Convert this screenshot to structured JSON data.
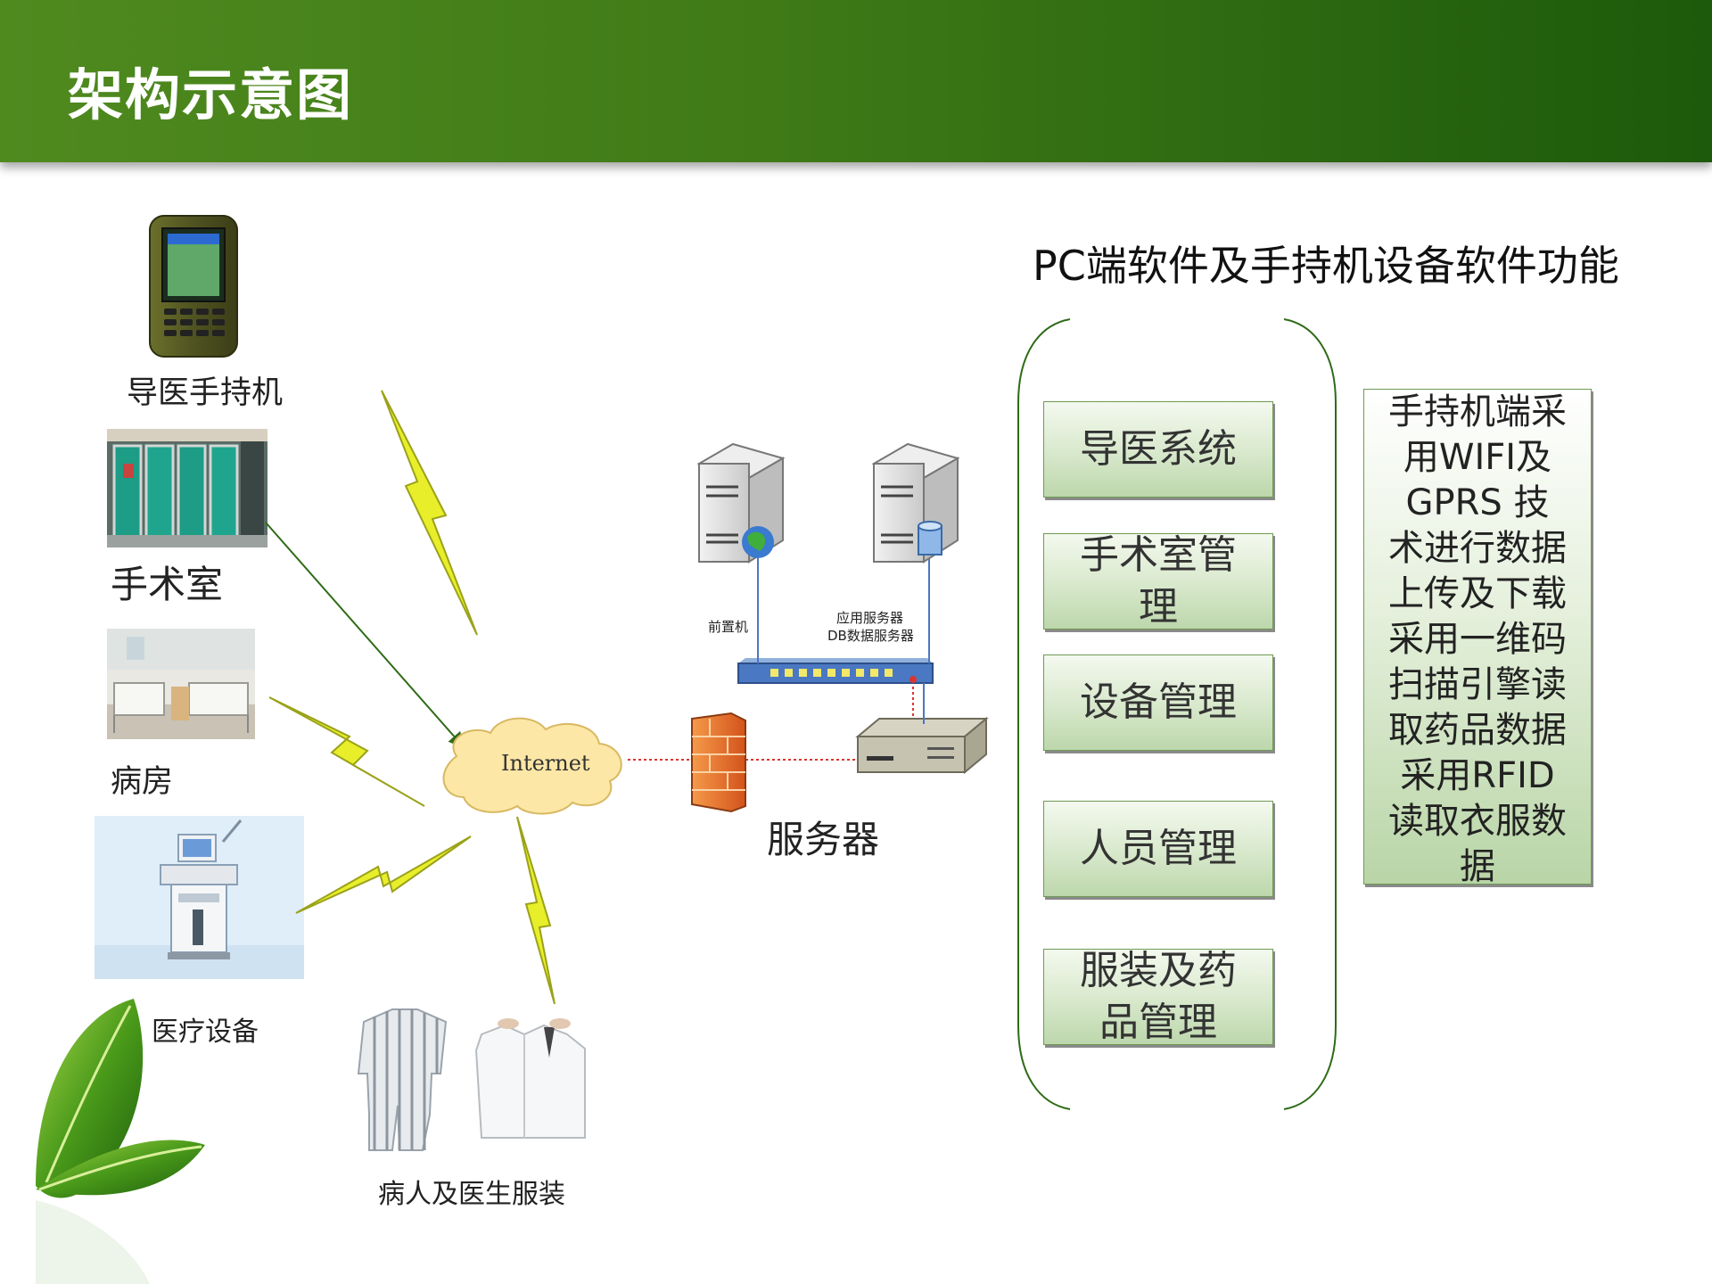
{
  "header": {
    "title": "架构示意图"
  },
  "devices": {
    "handheld": "导医手持机",
    "surgery_room": "手术室",
    "ward": "病房",
    "medical_equipment": "医疗设备",
    "clothing": "病人及医生服装"
  },
  "network": {
    "internet": "Internet",
    "front_server": "前置机",
    "app_server": "应用服务器",
    "db_server": "DB数据服务器",
    "server_label": "服务器"
  },
  "functions": {
    "title": "PC端软件及手持机设备软件功能",
    "items": [
      {
        "lines": [
          "导医系统"
        ]
      },
      {
        "lines": [
          "手术室管",
          "理"
        ]
      },
      {
        "lines": [
          "设备管理"
        ]
      },
      {
        "lines": [
          "人员管理"
        ]
      },
      {
        "lines": [
          "服装及药",
          "品管理"
        ]
      }
    ]
  },
  "tech_note": {
    "lines": [
      "手持机端采",
      "用WIFI及",
      "GPRS 技",
      "术进行数据",
      "上传及下载",
      "采用一维码",
      "扫描引擎读",
      "取药品数据",
      "采用RFID",
      "读取衣服数",
      "据"
    ]
  },
  "colors": {
    "header_green": "#3f7a17",
    "bolt_yellow": "#e8ee2a",
    "box_green": "#bdd7ac",
    "cloud": "#fce7a6",
    "link_red": "#d9362f"
  }
}
